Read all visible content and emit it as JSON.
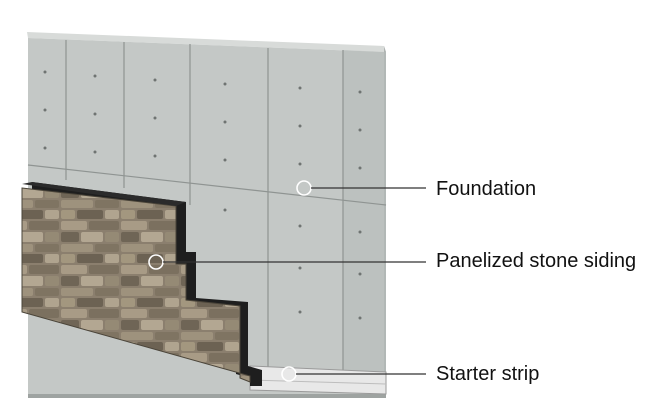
{
  "figure": {
    "subject": "wall assembly with concrete foundation, panelized stone siding and starter strip",
    "colors": {
      "concrete_front": "#c4c8c6",
      "concrete_side": "#aeb3b1",
      "concrete_top": "#d8dbd9",
      "joint": "#8f9492",
      "stone_base": "#8b7f6e",
      "membrane": "#1e1e1e",
      "starter_strip": "#e8e8e8",
      "leader": "#333333"
    }
  },
  "callouts": [
    {
      "id": "foundation",
      "label": "Foundation"
    },
    {
      "id": "panel",
      "label": "Panelized stone siding"
    },
    {
      "id": "starter",
      "label": "Starter strip"
    }
  ]
}
